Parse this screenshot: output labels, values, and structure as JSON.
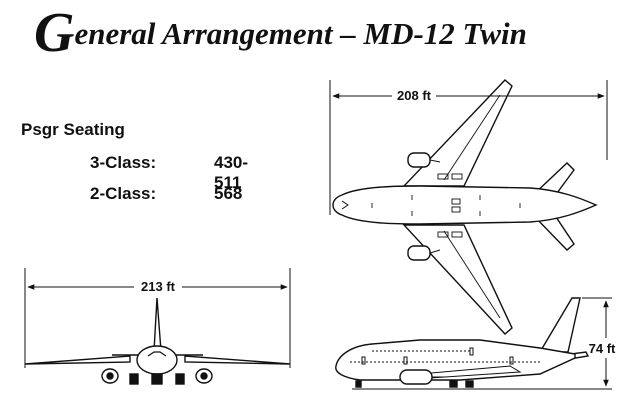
{
  "title": {
    "initial": "G",
    "rest": "eneral Arrangement – MD-12 Twin"
  },
  "seating": {
    "heading": "Psgr Seating",
    "rows": [
      {
        "label": "3-Class:",
        "value": "430-511"
      },
      {
        "label": "2-Class:",
        "value": "568"
      }
    ]
  },
  "dimensions": {
    "top_span": "208 ft",
    "front_span": "213 ft",
    "height": "74 ft"
  }
}
